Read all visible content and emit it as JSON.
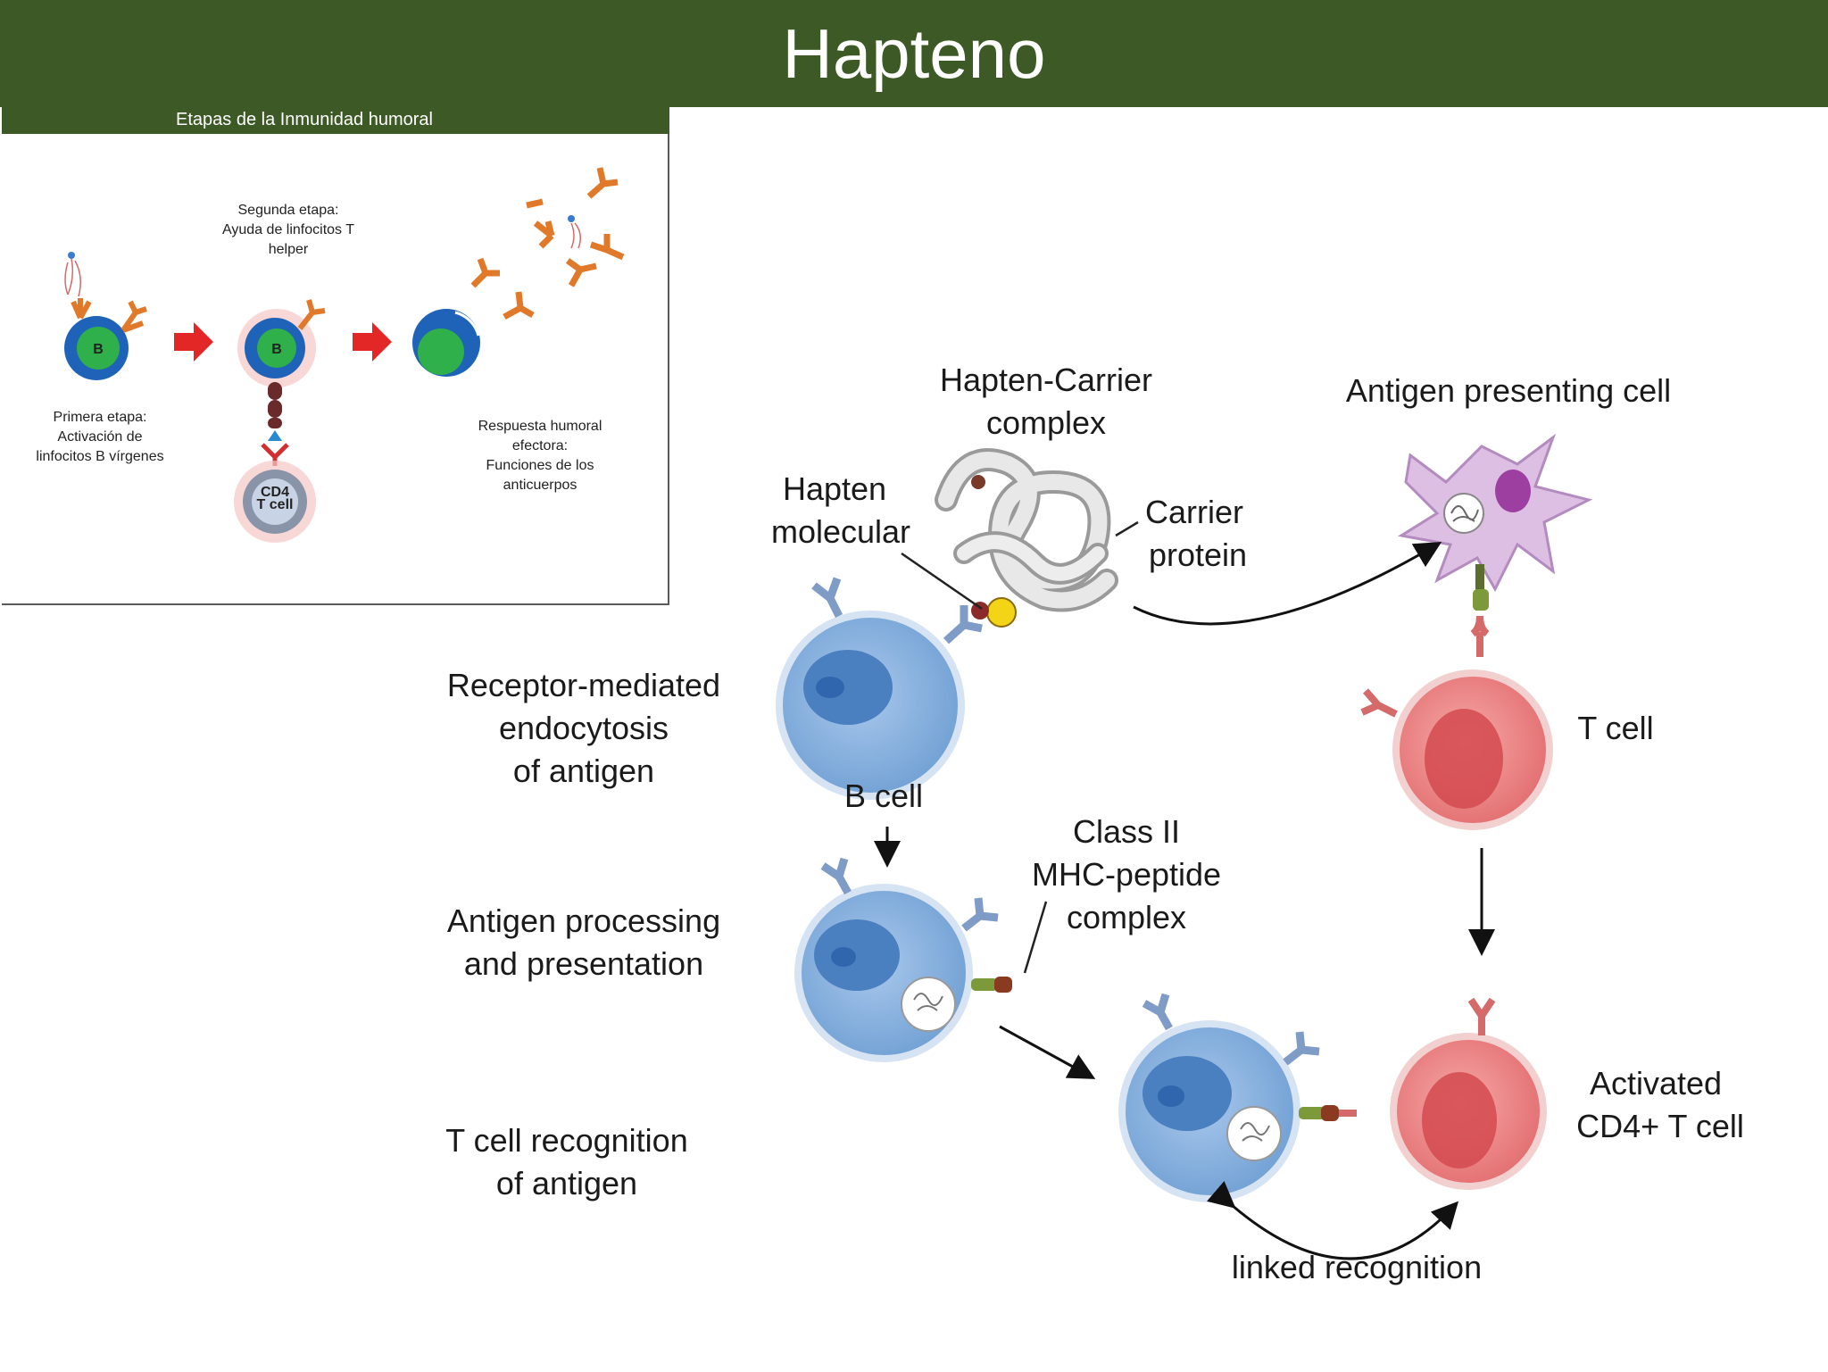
{
  "title": "Hapteno",
  "inset": {
    "header": "Etapas de la Inmunidad humoral",
    "stage2": [
      "Segunda etapa:",
      "Ayuda de linfocitos T",
      "helper"
    ],
    "stage1": [
      "Primera etapa:",
      "Activación de",
      "linfocitos B vírgenes"
    ],
    "stage3": [
      "Respuesta humoral",
      "efectora:",
      "Funciones de los",
      "anticuerpos"
    ],
    "b_label": "B",
    "cd4_label": [
      "CD4",
      "T cell"
    ]
  },
  "diagram": {
    "hapten_carrier": [
      "Hapten-Carrier",
      "complex"
    ],
    "apc": "Antigen presenting cell",
    "hapten": [
      "Hapten",
      "molecular"
    ],
    "carrier": [
      "Carrier",
      "protein"
    ],
    "receptor_mediated": [
      "Receptor-mediated",
      "endocytosis",
      "of antigen"
    ],
    "b_cell": "B cell",
    "t_cell": "T cell",
    "class2": [
      "Class II",
      "MHC-peptide",
      "complex"
    ],
    "processing": [
      "Antigen processing",
      "and presentation"
    ],
    "recognition": [
      "T cell recognition",
      "of antigen"
    ],
    "activated": [
      "Activated",
      "CD4+ T cell"
    ],
    "linked": "linked recognition"
  },
  "colors": {
    "banner": "#3d5a26",
    "b_cell": "#7aa6d8",
    "t_cell": "#e8787a",
    "antibody": "#e07a2a",
    "apc": "#d9b6df"
  }
}
